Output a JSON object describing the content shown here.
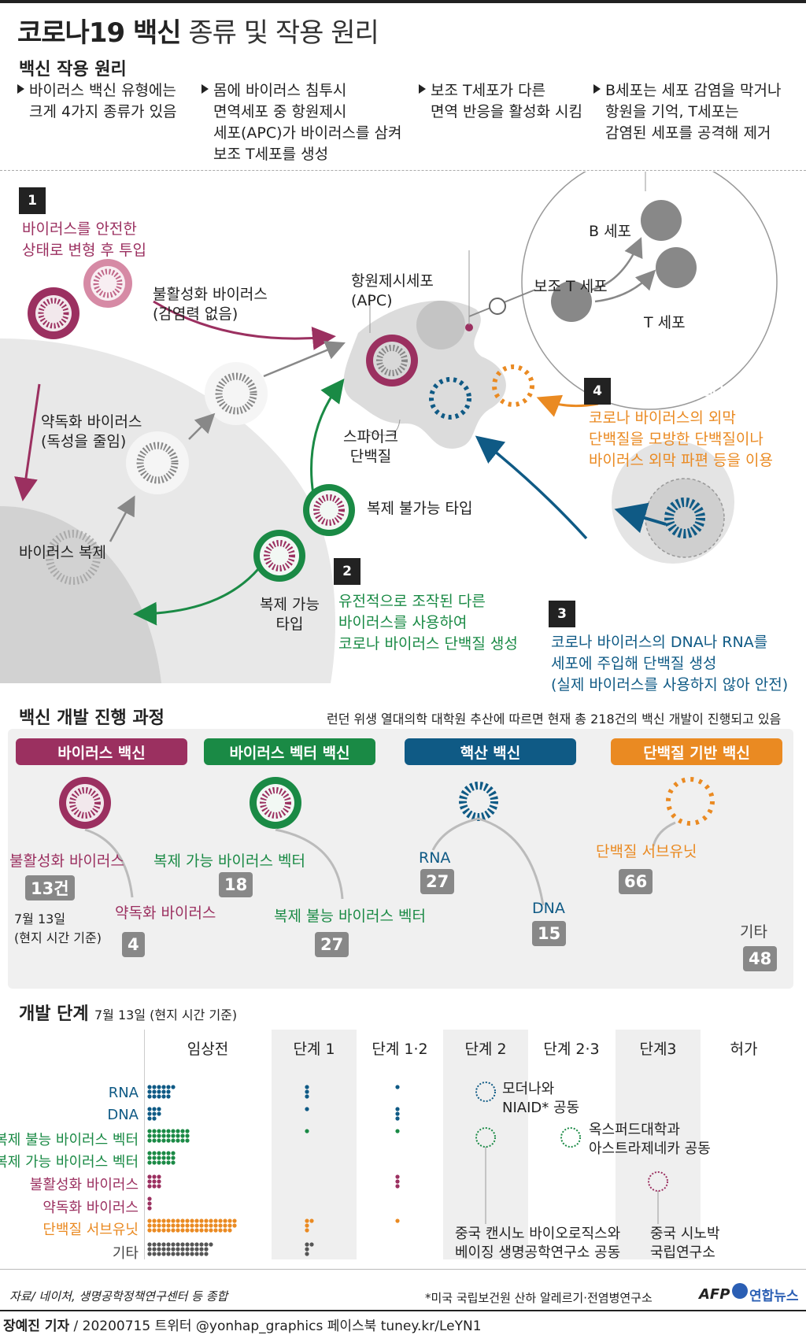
{
  "title": {
    "bold": "코로나19 백신",
    "rest": "종류 및 작용 원리"
  },
  "principle": {
    "heading": "백신 작용 원리",
    "steps": [
      "바이러스 백신 유형에는\n크게 4가지 종류가 있음",
      "몸에 바이러스 침투시\n면역세포 중 항원제시\n세포(APC)가 바이러스를 삼켜\n보조 T세포를 생성",
      "보조 T세포가 다른\n면역 반응을 활성화 시킴",
      "B세포는 세포 감염을 막거나\n항원을 기억, T세포는\n감염된 세포를 공격해 제거"
    ]
  },
  "vaccines": [
    {
      "num": "1",
      "name": "바이러스 백신",
      "desc": "바이러스를 안전한\n상태로 변형 후 투입",
      "color": "#9b3060"
    },
    {
      "num": "2",
      "name": "바이러스 벡터 백신",
      "desc": "유전적으로 조작된 다른\n바이러스를 사용하여\n코로나 바이러스 단백질 생성",
      "color": "#1a8a45"
    },
    {
      "num": "3",
      "name": "핵산 백신",
      "desc": "코로나 바이러스의 DNA나 RNA를\n세포에 주입해 단백질 생성\n(실제 바이러스를 사용하지 않아 안전)",
      "color": "#0f5a85"
    },
    {
      "num": "4",
      "name": "단백질 기반 백신",
      "desc": "코로나 바이러스의 외막\n단백질을 모방한 단백질이나\n바이러스 외막 파편 등을 이용",
      "color": "#ea8a22"
    }
  ],
  "diagram_labels": {
    "inactivated": "불활성화 바이러스\n(감염력 없음)",
    "attenuated": "약독화 바이러스\n(독성을 줄임)",
    "replication": "바이러스 복제",
    "apc": "항원제시세포\n(APC)",
    "spike": "스파이크\n단백질",
    "non_replicating": "복제 불가능 타입",
    "replicating": "복제 가능\n타입",
    "b_cell": "B 세포",
    "helper_t": "보조 T 세포",
    "t_cell": "T 세포"
  },
  "development": {
    "heading": "백신 개발 진행 과정",
    "note": "런던 위생 열대의학 대학원 추산에 따르면 현재 총 218건의 백신 개발이 진행되고 있음",
    "date_note": "7월 13일\n(현지 시간 기준)",
    "categories": [
      {
        "name": "바이러스 백신",
        "color": "#9b3060"
      },
      {
        "name": "바이러스 벡터 백신",
        "color": "#1a8a45"
      },
      {
        "name": "핵산 백신",
        "color": "#0f5a85"
      },
      {
        "name": "단백질 기반 백신",
        "color": "#ea8a22"
      }
    ],
    "items": [
      {
        "label": "불활성화 바이러스",
        "count": "13건"
      },
      {
        "label": "약독화 바이러스",
        "count": "4"
      },
      {
        "label": "복제 가능 바이러스 벡터",
        "count": "18"
      },
      {
        "label": "복제 불능 바이러스 벡터",
        "count": "27"
      },
      {
        "label": "RNA",
        "count": "27"
      },
      {
        "label": "DNA",
        "count": "15"
      },
      {
        "label": "단백질 서브유닛",
        "count": "66"
      },
      {
        "label": "기타",
        "count": "48"
      }
    ]
  },
  "stages": {
    "heading": "개발 단계",
    "date": "7월 13일 (현지 시간 기준)",
    "columns": [
      "임상전",
      "단계 1",
      "단계 1·2",
      "단계 2",
      "단계 2·3",
      "단계3",
      "허가"
    ],
    "rows": [
      {
        "label": "RNA",
        "color": "#0f5a85",
        "counts": [
          16,
          3,
          1,
          1,
          0,
          0,
          0
        ]
      },
      {
        "label": "DNA",
        "color": "#0f5a85",
        "counts": [
          8,
          1,
          3,
          0,
          0,
          0,
          0
        ]
      },
      {
        "label": "복제 불능 바이러스 벡터",
        "color": "#1a8a45",
        "counts": [
          27,
          1,
          1,
          1,
          1,
          0,
          0
        ]
      },
      {
        "label": "복제 가능 바이러스 벡터",
        "color": "#1a8a45",
        "counts": [
          18,
          0,
          0,
          0,
          0,
          0,
          0
        ]
      },
      {
        "label": "불활성화 바이러스",
        "color": "#9b3060",
        "counts": [
          9,
          0,
          3,
          0,
          0,
          1,
          0
        ]
      },
      {
        "label": "약독화 바이러스",
        "color": "#9b3060",
        "counts": [
          3,
          0,
          0,
          0,
          0,
          0,
          0
        ]
      },
      {
        "label": "단백질 서브유닛",
        "color": "#ea8a22",
        "counts": [
          56,
          4,
          1,
          0,
          0,
          0,
          0
        ]
      },
      {
        "label": "기타",
        "color": "#555555",
        "counts": [
          40,
          4,
          0,
          0,
          0,
          0,
          0
        ]
      }
    ],
    "annotations": {
      "moderna": "모더나와\nNIAID* 공동",
      "oxford": "옥스퍼드대학과\n아스트라제네카 공동",
      "cansino": "중국 캔시노 바이오로직스와\n베이징 생명공학연구소 공동",
      "sinopharm": "중국 시노박\n국립연구소"
    }
  },
  "footer": {
    "source": "자료/ 네이처, 생명공학정책연구센터 등 종합",
    "footnote": "*미국 국립보건원 산하 알레르기·전염병연구소",
    "logo_afp": "AFP",
    "logo_yna": "연합뉴스",
    "credit": "장예진 기자",
    "credit_rest": " / 20200715 트위터 @yonhap_graphics  페이스북 tuney.kr/LeYN1"
  }
}
